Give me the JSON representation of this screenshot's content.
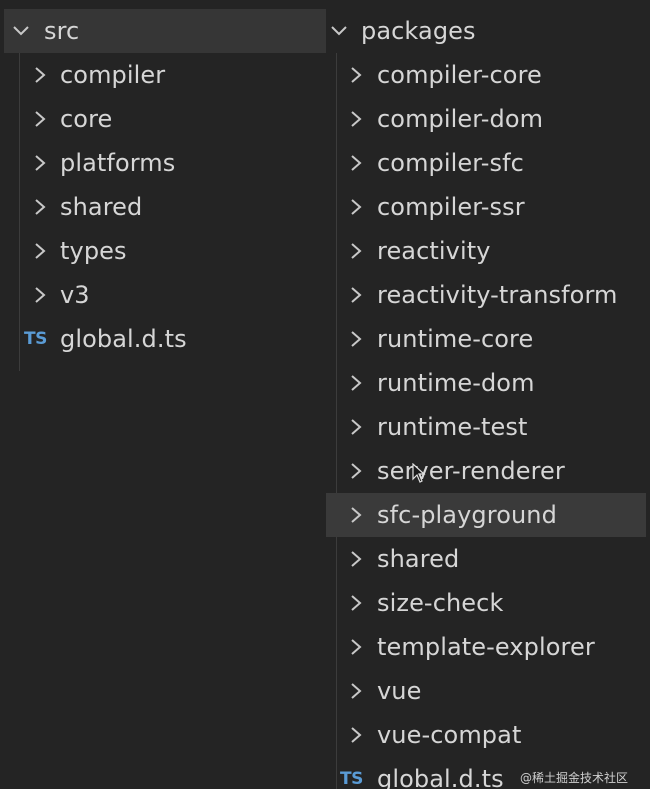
{
  "left_tree": {
    "root_label": "src",
    "folders": [
      "compiler",
      "core",
      "platforms",
      "shared",
      "types",
      "v3"
    ],
    "file_label": "global.d.ts",
    "file_badge": "TS"
  },
  "right_tree": {
    "root_label": "packages",
    "folders": [
      "compiler-core",
      "compiler-dom",
      "compiler-sfc",
      "compiler-ssr",
      "reactivity",
      "reactivity-transform",
      "runtime-core",
      "runtime-dom",
      "runtime-test",
      "server-renderer",
      "sfc-playground",
      "shared",
      "size-check",
      "template-explorer",
      "vue",
      "vue-compat"
    ],
    "selected_folder": "sfc-playground",
    "file_label": "global.d.ts",
    "file_badge": "TS"
  },
  "watermark": "@稀土掘金技术社区",
  "colors": {
    "background": "#242424",
    "selected_row": "#3a3a3a",
    "text": "#d6d6d6",
    "ts_badge": "#5a9bd5"
  }
}
